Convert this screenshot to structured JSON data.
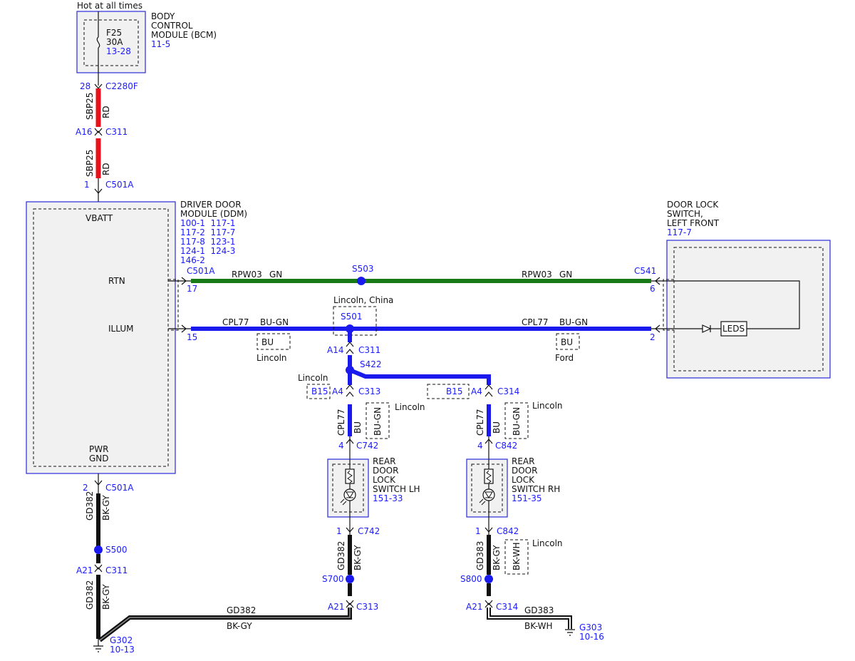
{
  "colors": {
    "red_wire": "#e8111b",
    "green_wire": "#177a17",
    "blue_wire": "#1a1aee",
    "black_wire": "#111111",
    "ref_text": "#1a1aff",
    "module_fill": "#f1f1f1",
    "module_border": "#2a2ad8"
  },
  "bcm": {
    "hot_label": "Hot at all times",
    "name_lines": [
      "BODY",
      "CONTROL",
      "MODULE (BCM)"
    ],
    "ref": "11-5",
    "fuse": {
      "name": "F25",
      "rating": "30A",
      "ref": "13-28"
    },
    "pin": "28",
    "connector": "C2280F"
  },
  "wire_sbp25": {
    "circuit": "SBP25",
    "color": "RD"
  },
  "c311_top": {
    "pin": "A16",
    "connector": "C311"
  },
  "c501a_top": {
    "pin": "1",
    "connector": "C501A"
  },
  "ddm": {
    "name_lines": [
      "DRIVER DOOR",
      "MODULE (DDM)"
    ],
    "refs": [
      "100-1  117-1",
      "117-2  117-7",
      "117-8  123-1",
      "124-1  124-3",
      "146-2"
    ],
    "vbatt": "VBATT",
    "rtn": "RTN",
    "illum": "ILLUM",
    "pwr": "PWR",
    "gnd": "GND",
    "conn_rtn": "C501A",
    "pin_rtn": "17",
    "pin_illum": "15",
    "pin_gnd": "2",
    "conn_gnd": "C501A"
  },
  "rpw03": {
    "circuit": "RPW03",
    "color": "GN",
    "splice": "S503"
  },
  "cpl77": {
    "circuit": "CPL77",
    "color": "BU-GN"
  },
  "s501": {
    "note": "Lincoln, China",
    "name": "S501"
  },
  "bu_lincoln": {
    "code": "BU",
    "label": "Lincoln"
  },
  "bu_ford": {
    "code": "BU",
    "label": "Ford"
  },
  "c311_mid": {
    "pin": "A14",
    "connector": "C311"
  },
  "s422": "S422",
  "door_lock_switch": {
    "name_lines": [
      "DOOR LOCK",
      "SWITCH,",
      "LEFT FRONT"
    ],
    "ref": "117-7",
    "connector": "C541",
    "pin_rtn": "6",
    "pin_illum": "2",
    "leds": "LEDS"
  },
  "left_branch": {
    "lincoln_top": "Lincoln",
    "b15": "B15",
    "pin_a4": "A4",
    "connector_c313": "C313",
    "circuit": "CPL77",
    "color": "BU",
    "alt_color": "BU-GN",
    "alt_label": "Lincoln",
    "pin_4": "4",
    "connector_c742": "C742",
    "switch_lines": [
      "REAR",
      "DOOR",
      "LOCK",
      "SWITCH LH"
    ],
    "switch_ref": "151-33",
    "pin_1": "1",
    "gnd_circuit": "GD382",
    "gnd_color": "BK-GY",
    "splice": "S700",
    "pin_a21": "A21",
    "connector_c313b": "C313"
  },
  "right_branch": {
    "b15": "B15",
    "pin_a4": "A4",
    "connector_c314": "C314",
    "circuit": "CPL77",
    "color": "BU",
    "alt_color": "BU-GN",
    "alt_label": "Lincoln",
    "pin_4": "4",
    "connector_c842": "C842",
    "switch_lines": [
      "REAR",
      "DOOR",
      "LOCK",
      "SWITCH RH"
    ],
    "switch_ref": "151-35",
    "pin_1": "1",
    "gnd_circuit": "GD383",
    "gnd_color": "BK-GY",
    "alt_gnd_color": "BK-WH",
    "alt_gnd_label": "Lincoln",
    "splice": "S800",
    "pin_a21": "A21",
    "connector_c314b": "C314",
    "horiz_circuit": "GD383",
    "horiz_color": "BK-WH",
    "ground": "G303",
    "ground_ref": "10-16"
  },
  "ground_left": {
    "circuit": "GD382",
    "color": "BK-GY",
    "splice": "S500",
    "pin_a21": "A21",
    "connector": "C311",
    "horiz_circuit": "GD382",
    "horiz_color": "BK-GY",
    "ground": "G302",
    "ground_ref": "10-13"
  }
}
